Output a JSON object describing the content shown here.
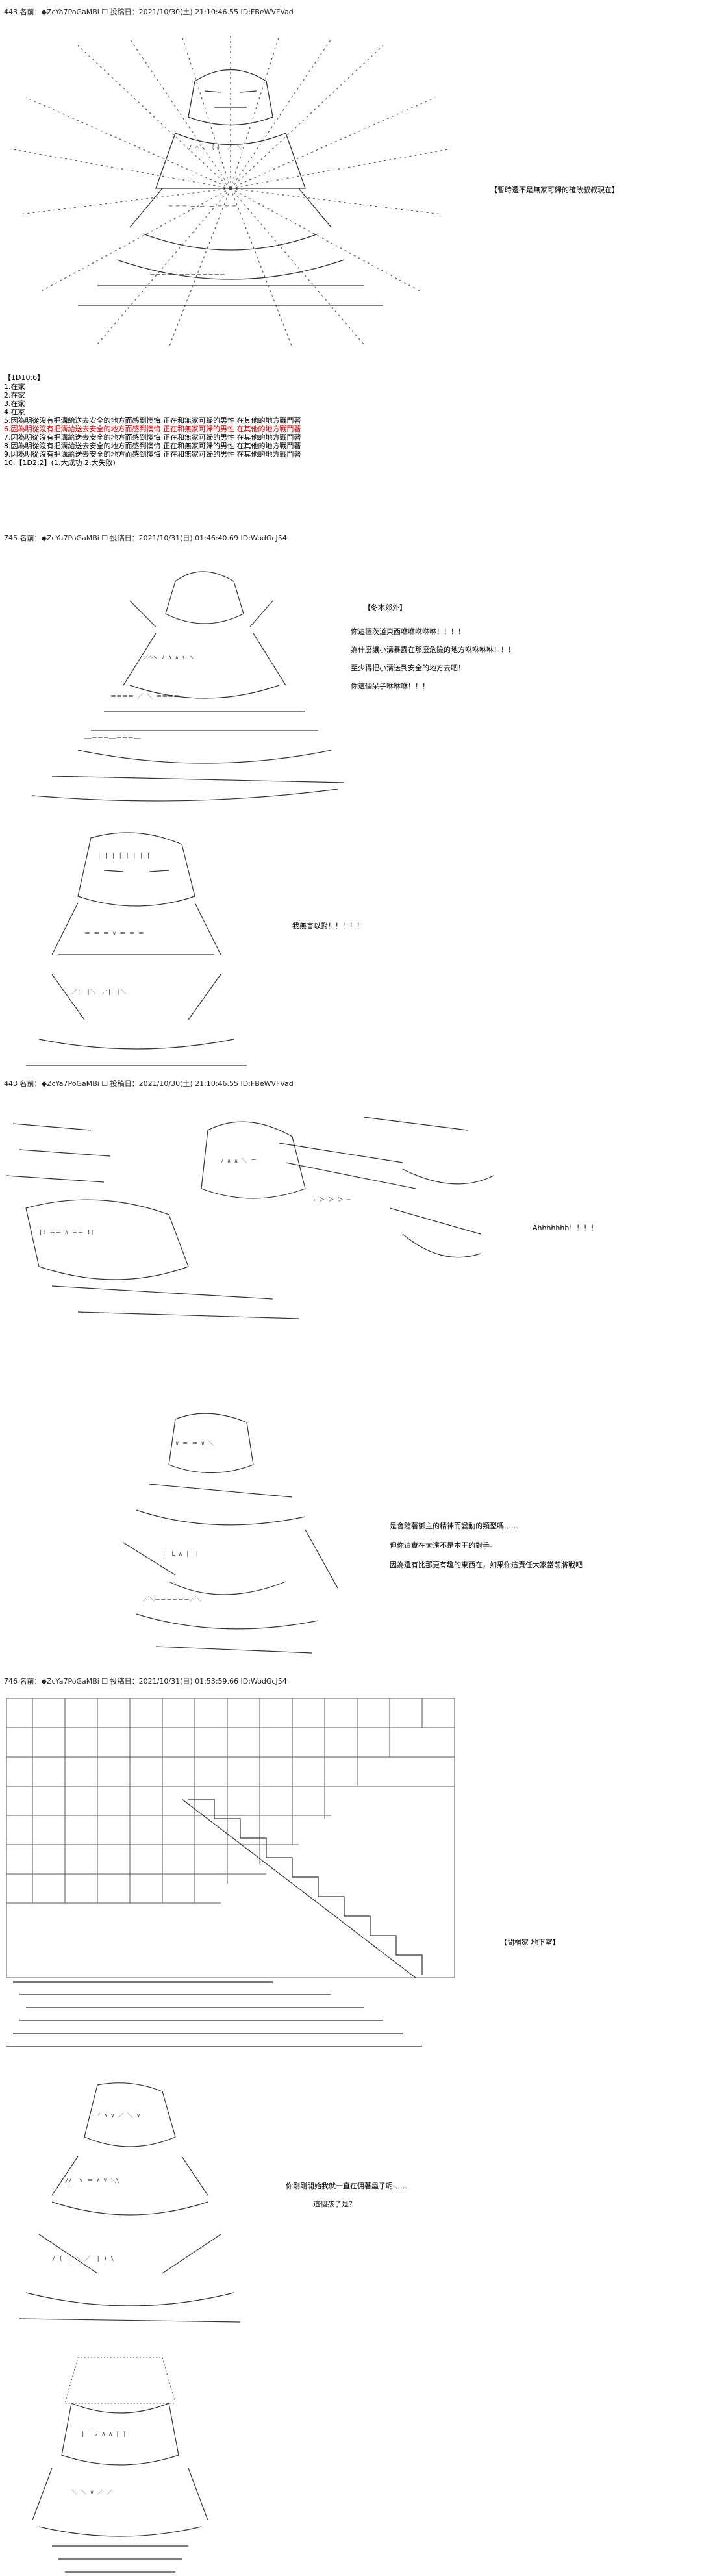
{
  "posts": [
    {
      "header": "443 名前：◆ZcYa7PoGaMBi ☐ 投稿日：2021/10/30(土) 21:10:46.55 ID:FBeWVFVad",
      "caption": "【暫時還不是無家可歸的確改叔叔現在】",
      "votes_title": "【1D10:6】",
      "votes": [
        {
          "text": "1.在家",
          "red": false
        },
        {
          "text": "2.在家",
          "red": false
        },
        {
          "text": "3.在家",
          "red": false
        },
        {
          "text": "4.在家",
          "red": false
        },
        {
          "text": "5.因為明從沒有把溝給送去安全的地方而感到懊悔 正在和無家可歸的男性 在其他的地方戰鬥著",
          "red": false
        },
        {
          "text": "6.因為明從沒有把溝給送去安全的地方而感到懊悔 正在和無家可歸的男性 在其他的地方戰鬥著",
          "red": true
        },
        {
          "text": "7.因為明從沒有把溝給送去安全的地方而感到懊悔 正在和無家可歸的男性 在其他的地方戰鬥著",
          "red": false
        },
        {
          "text": "8.因為明從沒有把溝給送去安全的地方而感到懊悔 正在和無家可歸的男性 在其他的地方戰鬥著",
          "red": false
        },
        {
          "text": "9.因為明從沒有把溝給送去安全的地方而感到懊悔 正在和無家可歸的男性 在其他的地方戰鬥著",
          "red": false
        },
        {
          "text": "10.【1D2:2】(1.大成功 2.大失敗)",
          "red": false
        }
      ]
    },
    {
      "header": "745 名前：◆ZcYa7PoGaMBi ☐ 投稿日：2021/10/31(日) 01:46:40.69 ID:WodGcJ54",
      "caption": "【冬木郊外】",
      "lines": [
        "你這個茨道東西咻咻咻咻咻！！！！",
        "為什麼讓小溝暴露在那麼危險的地方咻咻咻咻！！！",
        "至少得把小溝送到安全的地方去吧！",
        "你這個呆子咻咻咻！！！"
      ],
      "line2": "我無言以對！！！！！"
    },
    {
      "header": "443 名前：◆ZcYa7PoGaMBi ☐ 投稿日：2021/10/30(土) 21:10:46.55 ID:FBeWVFVad",
      "scream": "Ahhhhhhh！！！！",
      "lines": [
        "是會隨著御主的精神而變動的類型嗎……",
        "但你這實在太遠不是本王的對手。",
        "因為還有比那更有趣的東西在，如果你這責任大家當前將戰吧"
      ]
    },
    {
      "header": "746 名前：◆ZcYa7PoGaMBi ☐ 投稿日：2021/10/31(日) 01:53:59.66 ID:WodGcJ54",
      "caption": "【間桐家 地下室】",
      "lines": [
        "你剛剛開始我就一直在佣著蟲子呢……",
        "這個孩子是？"
      ]
    }
  ]
}
